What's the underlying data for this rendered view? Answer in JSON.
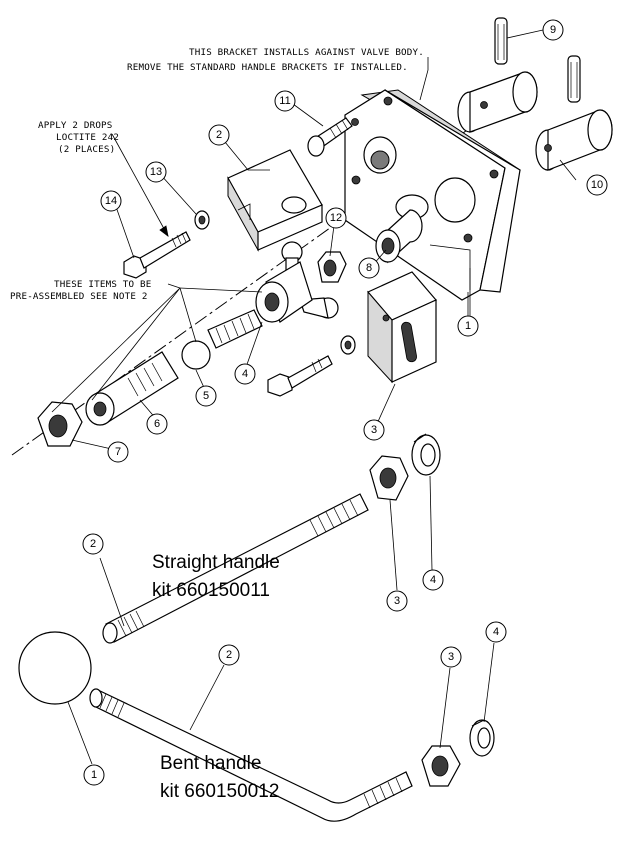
{
  "notes": {
    "bracket_line1": "THIS BRACKET INSTALLS AGAINST VALVE BODY.",
    "bracket_line2": "REMOVE THE STANDARD HANDLE BRACKETS IF INSTALLED.",
    "loctite_line1": "APPLY 2 DROPS",
    "loctite_line2": "LOCTITE 242",
    "loctite_line3": "(2 PLACES)",
    "preassembled_line1": "THESE ITEMS TO BE",
    "preassembled_line2": "PRE-ASSEMBLED SEE NOTE 2"
  },
  "kits": {
    "straight_line1": "Straight handle",
    "straight_line2": "kit 660150011",
    "bent_line1": "Bent handle",
    "bent_line2": "kit 660150012"
  },
  "callouts": {
    "c1": "1",
    "c2": "2",
    "c3": "3",
    "c4": "4",
    "c5": "5",
    "c6": "6",
    "c7": "7",
    "c8": "8",
    "c9": "9",
    "c10": "10",
    "c11": "11",
    "c12": "12",
    "c13": "13",
    "c14": "14",
    "s2": "2",
    "s3": "3",
    "s4": "4",
    "b1": "1",
    "b2": "2",
    "b3": "3",
    "b4": "4"
  }
}
